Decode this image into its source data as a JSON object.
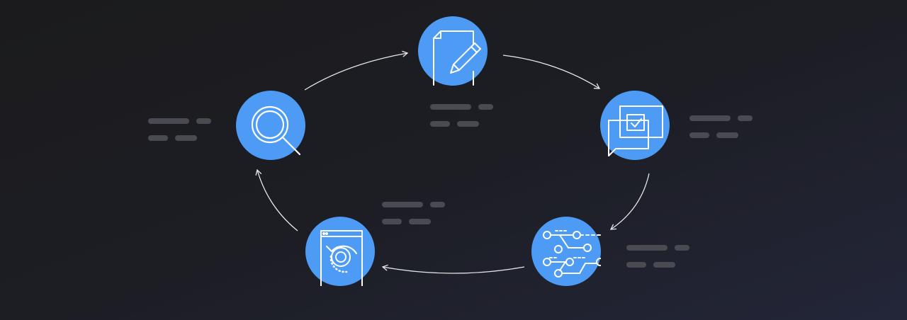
{
  "diagram": {
    "type": "cycle",
    "colors": {
      "node_fill": "#4d9bf5",
      "icon_stroke": "#ffffff",
      "connector": "#e6e6ea",
      "placeholder": "#4a4b52",
      "background_top": "#1b1b1d",
      "background_bottom": "#232639"
    },
    "nodes": [
      {
        "id": "research",
        "icon": "magnifier-icon"
      },
      {
        "id": "write",
        "icon": "document-pencil-icon"
      },
      {
        "id": "review",
        "icon": "chat-checkbox-icon"
      },
      {
        "id": "build",
        "icon": "circuit-icon"
      },
      {
        "id": "deploy",
        "icon": "browser-refresh-icon"
      }
    ],
    "flow": [
      "research",
      "write",
      "review",
      "build",
      "deploy",
      "research"
    ]
  }
}
